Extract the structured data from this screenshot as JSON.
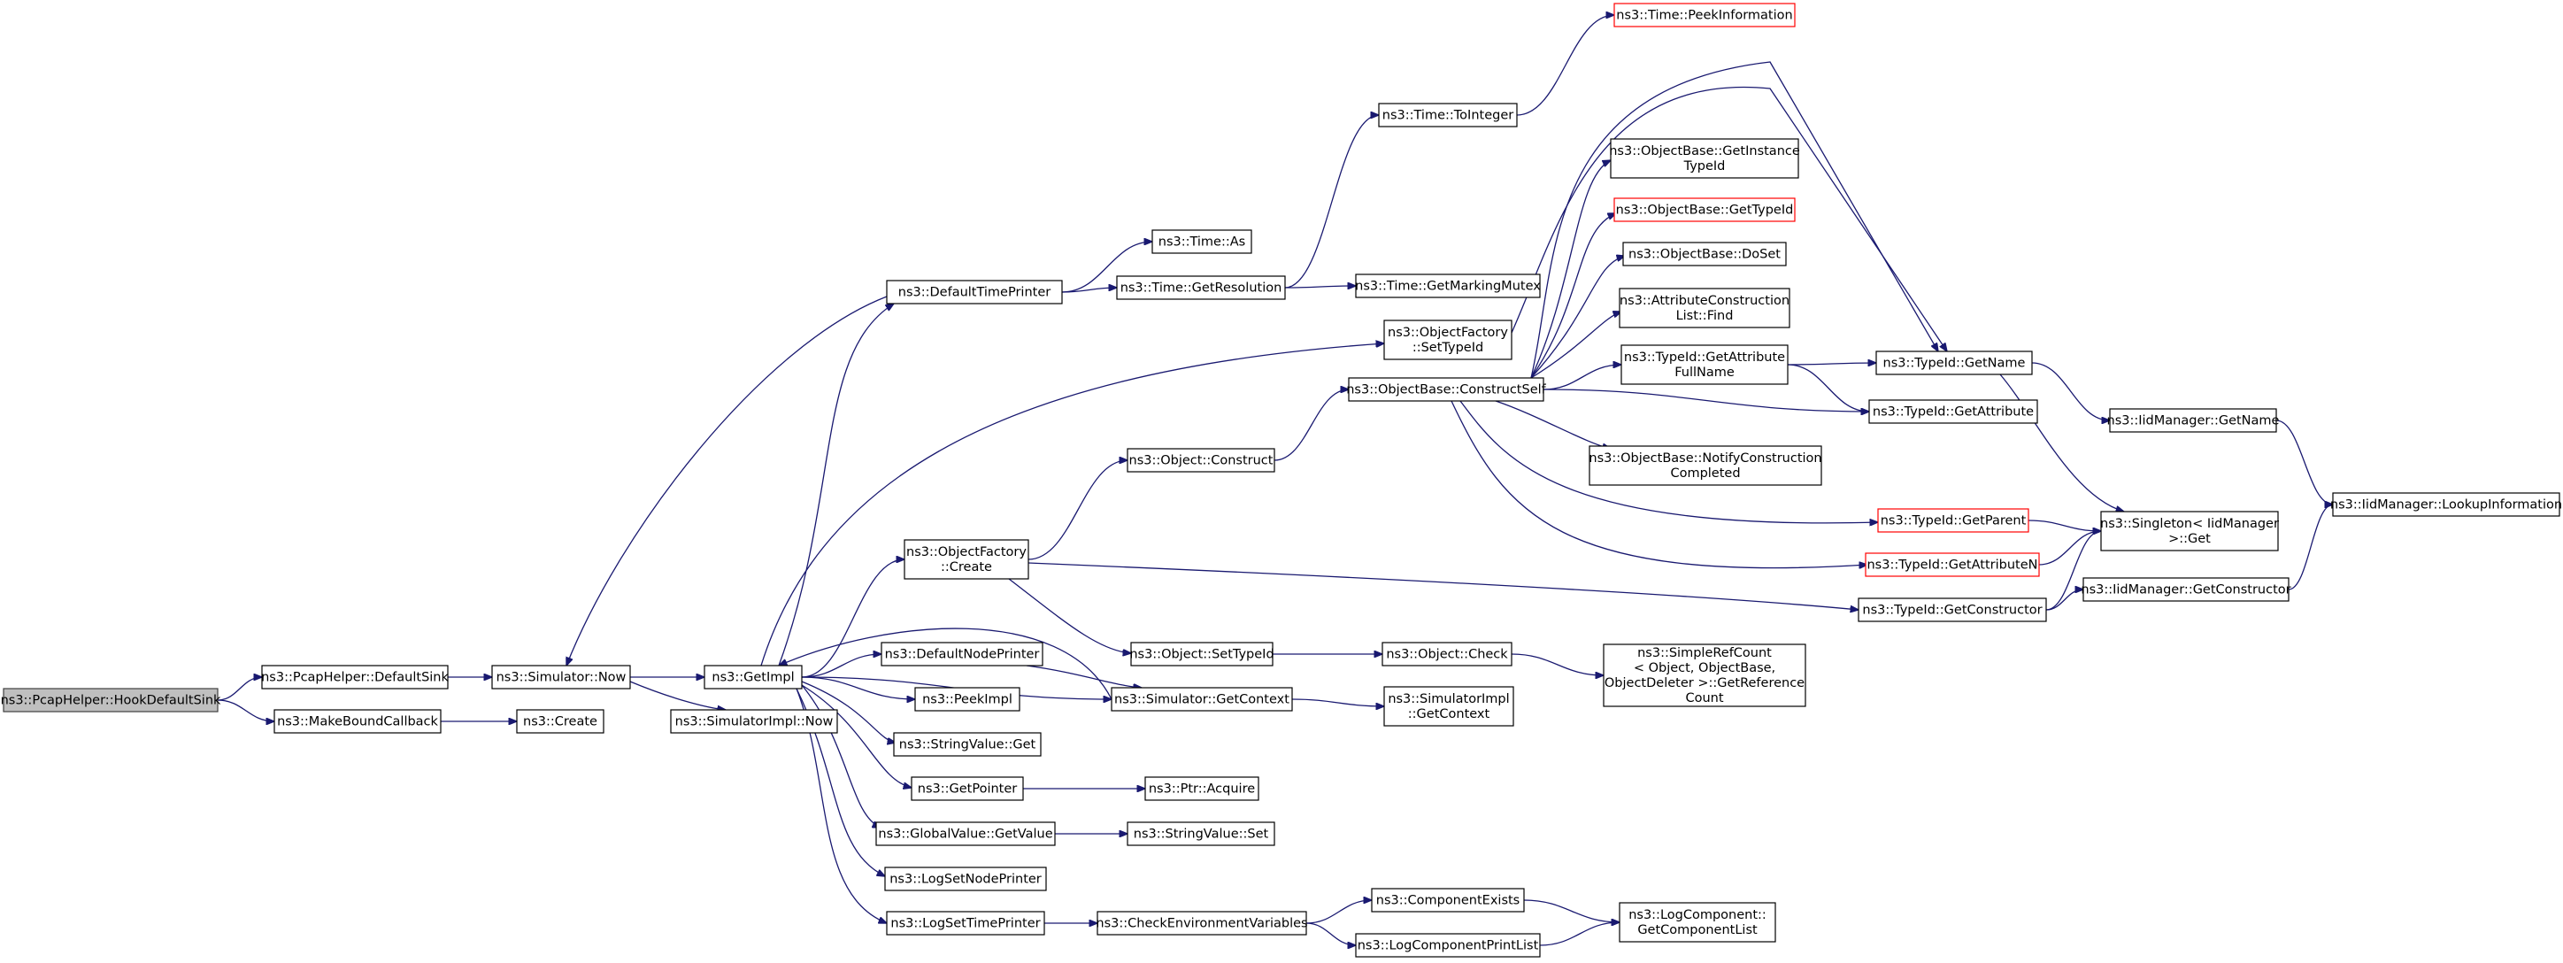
{
  "graph": {
    "root": "ns3::PcapHelper::HookDefaultSink",
    "nodes": [
      {
        "id": "root",
        "lines": [
          "ns3::PcapHelper::HookDefaultSink"
        ],
        "style": "root"
      },
      {
        "id": "defaultsink",
        "lines": [
          "ns3::PcapHelper::DefaultSink"
        ]
      },
      {
        "id": "makeboundcb",
        "lines": [
          "ns3::MakeBoundCallback"
        ]
      },
      {
        "id": "simnow",
        "lines": [
          "ns3::Simulator::Now"
        ]
      },
      {
        "id": "create",
        "lines": [
          "ns3::Create"
        ]
      },
      {
        "id": "getimpl",
        "lines": [
          "ns3::GetImpl"
        ]
      },
      {
        "id": "simimplnow",
        "lines": [
          "ns3::SimulatorImpl::Now"
        ]
      },
      {
        "id": "defaulttimeprinter",
        "lines": [
          "ns3::DefaultTimePrinter"
        ]
      },
      {
        "id": "objfactcreate",
        "lines": [
          "ns3::ObjectFactory",
          "::Create"
        ]
      },
      {
        "id": "defaultnodeprinter",
        "lines": [
          "ns3::DefaultNodePrinter"
        ]
      },
      {
        "id": "peekimpl",
        "lines": [
          "ns3::PeekImpl"
        ]
      },
      {
        "id": "stringvalueget",
        "lines": [
          "ns3::StringValue::Get"
        ]
      },
      {
        "id": "getpointer",
        "lines": [
          "ns3::GetPointer"
        ]
      },
      {
        "id": "globalvalueget",
        "lines": [
          "ns3::GlobalValue::GetValue"
        ]
      },
      {
        "id": "logsetnodeprinter",
        "lines": [
          "ns3::LogSetNodePrinter"
        ]
      },
      {
        "id": "logsettimeprinter",
        "lines": [
          "ns3::LogSetTimePrinter"
        ]
      },
      {
        "id": "timeas",
        "lines": [
          "ns3::Time::As"
        ]
      },
      {
        "id": "timegetres",
        "lines": [
          "ns3::Time::GetResolution"
        ]
      },
      {
        "id": "objconstruct",
        "lines": [
          "ns3::Object::Construct"
        ]
      },
      {
        "id": "objsettypeid",
        "lines": [
          "ns3::Object::SetTypeId"
        ]
      },
      {
        "id": "simgetcontext",
        "lines": [
          "ns3::Simulator::GetContext"
        ]
      },
      {
        "id": "ptracquire",
        "lines": [
          "ns3::Ptr::Acquire"
        ]
      },
      {
        "id": "stringvalueset",
        "lines": [
          "ns3::StringValue::Set"
        ]
      },
      {
        "id": "checkenv",
        "lines": [
          "ns3::CheckEnvironmentVariables"
        ]
      },
      {
        "id": "timetointeger",
        "lines": [
          "ns3::Time::ToInteger"
        ]
      },
      {
        "id": "timegetmarkingmutex",
        "lines": [
          "ns3::Time::GetMarkingMutex"
        ]
      },
      {
        "id": "objfactsettypeid",
        "lines": [
          "ns3::ObjectFactory",
          "::SetTypeId"
        ]
      },
      {
        "id": "objbaseconstructself",
        "lines": [
          "ns3::ObjectBase::ConstructSelf"
        ]
      },
      {
        "id": "objcheck",
        "lines": [
          "ns3::Object::Check"
        ]
      },
      {
        "id": "simimplgetcontext",
        "lines": [
          "ns3::SimulatorImpl",
          "::GetContext"
        ]
      },
      {
        "id": "componentexists",
        "lines": [
          "ns3::ComponentExists"
        ]
      },
      {
        "id": "logcomponentprintlist",
        "lines": [
          "ns3::LogComponentPrintList"
        ]
      },
      {
        "id": "timepeekinfo",
        "lines": [
          "ns3::Time::PeekInformation"
        ],
        "style": "trunc"
      },
      {
        "id": "objbasegetinstancetypeid",
        "lines": [
          "ns3::ObjectBase::GetInstance",
          "TypeId"
        ]
      },
      {
        "id": "objbasegettypeid",
        "lines": [
          "ns3::ObjectBase::GetTypeId"
        ],
        "style": "trunc"
      },
      {
        "id": "objbasedoset",
        "lines": [
          "ns3::ObjectBase::DoSet"
        ]
      },
      {
        "id": "attrconstructionlistfind",
        "lines": [
          "ns3::AttributeConstruction",
          "List::Find"
        ]
      },
      {
        "id": "typeidgetattrfullname",
        "lines": [
          "ns3::TypeId::GetAttribute",
          "FullName"
        ]
      },
      {
        "id": "objbasenotifyconstruction",
        "lines": [
          "ns3::ObjectBase::NotifyConstruction",
          "Completed"
        ]
      },
      {
        "id": "simplerefcount",
        "lines": [
          "ns3::SimpleRefCount",
          "< Object, ObjectBase,",
          "ObjectDeleter >::GetReference",
          "Count"
        ]
      },
      {
        "id": "logcomponentgetlist",
        "lines": [
          "ns3::LogComponent::",
          "GetComponentList"
        ]
      },
      {
        "id": "typeidgetname",
        "lines": [
          "ns3::TypeId::GetName"
        ]
      },
      {
        "id": "typeidgetattribute",
        "lines": [
          "ns3::TypeId::GetAttribute"
        ]
      },
      {
        "id": "typeidgetparent",
        "lines": [
          "ns3::TypeId::GetParent"
        ],
        "style": "trunc"
      },
      {
        "id": "typeidgetattributen",
        "lines": [
          "ns3::TypeId::GetAttributeN"
        ],
        "style": "trunc"
      },
      {
        "id": "typeidgetconstructor",
        "lines": [
          "ns3::TypeId::GetConstructor"
        ]
      },
      {
        "id": "iidmanagergetname",
        "lines": [
          "ns3::IidManager::GetName"
        ]
      },
      {
        "id": "singletonget",
        "lines": [
          "ns3::Singleton< IidManager",
          " >::Get"
        ]
      },
      {
        "id": "iidmanagergetconstructor",
        "lines": [
          "ns3::IidManager::GetConstructor"
        ]
      },
      {
        "id": "iidmanagerlookup",
        "lines": [
          "ns3::IidManager::LookupInformation"
        ]
      }
    ],
    "edges": [
      [
        "root",
        "defaultsink"
      ],
      [
        "root",
        "makeboundcb"
      ],
      [
        "defaultsink",
        "simnow"
      ],
      [
        "makeboundcb",
        "create"
      ],
      [
        "simnow",
        "getimpl"
      ],
      [
        "simnow",
        "simimplnow"
      ],
      [
        "getimpl",
        "defaulttimeprinter"
      ],
      [
        "getimpl",
        "objfactcreate"
      ],
      [
        "getimpl",
        "defaultnodeprinter"
      ],
      [
        "getimpl",
        "peekimpl"
      ],
      [
        "getimpl",
        "stringvalueget"
      ],
      [
        "getimpl",
        "getpointer"
      ],
      [
        "getimpl",
        "globalvalueget"
      ],
      [
        "getimpl",
        "logsetnodeprinter"
      ],
      [
        "getimpl",
        "logsettimeprinter"
      ],
      [
        "getimpl",
        "objfactsettypeid"
      ],
      [
        "getimpl",
        "simgetcontext"
      ],
      [
        "defaulttimeprinter",
        "simnow"
      ],
      [
        "defaulttimeprinter",
        "timeas"
      ],
      [
        "defaulttimeprinter",
        "timegetres"
      ],
      [
        "objfactcreate",
        "objconstruct"
      ],
      [
        "objfactcreate",
        "objsettypeid"
      ],
      [
        "objfactcreate",
        "typeidgetconstructor"
      ],
      [
        "defaultnodeprinter",
        "simgetcontext"
      ],
      [
        "simgetcontext",
        "getimpl"
      ],
      [
        "simgetcontext",
        "simimplgetcontext"
      ],
      [
        "getpointer",
        "ptracquire"
      ],
      [
        "globalvalueget",
        "stringvalueset"
      ],
      [
        "logsettimeprinter",
        "checkenv"
      ],
      [
        "timegetres",
        "timetointeger"
      ],
      [
        "timegetres",
        "timegetmarkingmutex"
      ],
      [
        "timetointeger",
        "timepeekinfo"
      ],
      [
        "objconstruct",
        "objbaseconstructself"
      ],
      [
        "objfactsettypeid",
        "typeidgetname"
      ],
      [
        "objsettypeid",
        "objcheck"
      ],
      [
        "objcheck",
        "simplerefcount"
      ],
      [
        "checkenv",
        "componentexists"
      ],
      [
        "checkenv",
        "logcomponentprintlist"
      ],
      [
        "componentexists",
        "logcomponentgetlist"
      ],
      [
        "logcomponentprintlist",
        "logcomponentgetlist"
      ],
      [
        "objbaseconstructself",
        "objbasegetinstancetypeid"
      ],
      [
        "objbaseconstructself",
        "objbasegettypeid"
      ],
      [
        "objbaseconstructself",
        "objbasedoset"
      ],
      [
        "objbaseconstructself",
        "attrconstructionlistfind"
      ],
      [
        "objbaseconstructself",
        "typeidgetattrfullname"
      ],
      [
        "objbaseconstructself",
        "typeidgetname"
      ],
      [
        "objbaseconstructself",
        "typeidgetattribute"
      ],
      [
        "objbaseconstructself",
        "objbasenotifyconstruction"
      ],
      [
        "objbaseconstructself",
        "typeidgetparent"
      ],
      [
        "objbaseconstructself",
        "typeidgetattributen"
      ],
      [
        "typeidgetattrfullname",
        "typeidgetname"
      ],
      [
        "typeidgetattrfullname",
        "typeidgetattribute"
      ],
      [
        "typeidgetname",
        "iidmanagergetname"
      ],
      [
        "typeidgetname",
        "singletonget"
      ],
      [
        "typeidgetparent",
        "singletonget"
      ],
      [
        "typeidgetattributen",
        "singletonget"
      ],
      [
        "typeidgetconstructor",
        "singletonget"
      ],
      [
        "typeidgetconstructor",
        "iidmanagergetconstructor"
      ],
      [
        "iidmanagergetname",
        "iidmanagerlookup"
      ],
      [
        "iidmanagergetconstructor",
        "iidmanagerlookup"
      ]
    ]
  }
}
